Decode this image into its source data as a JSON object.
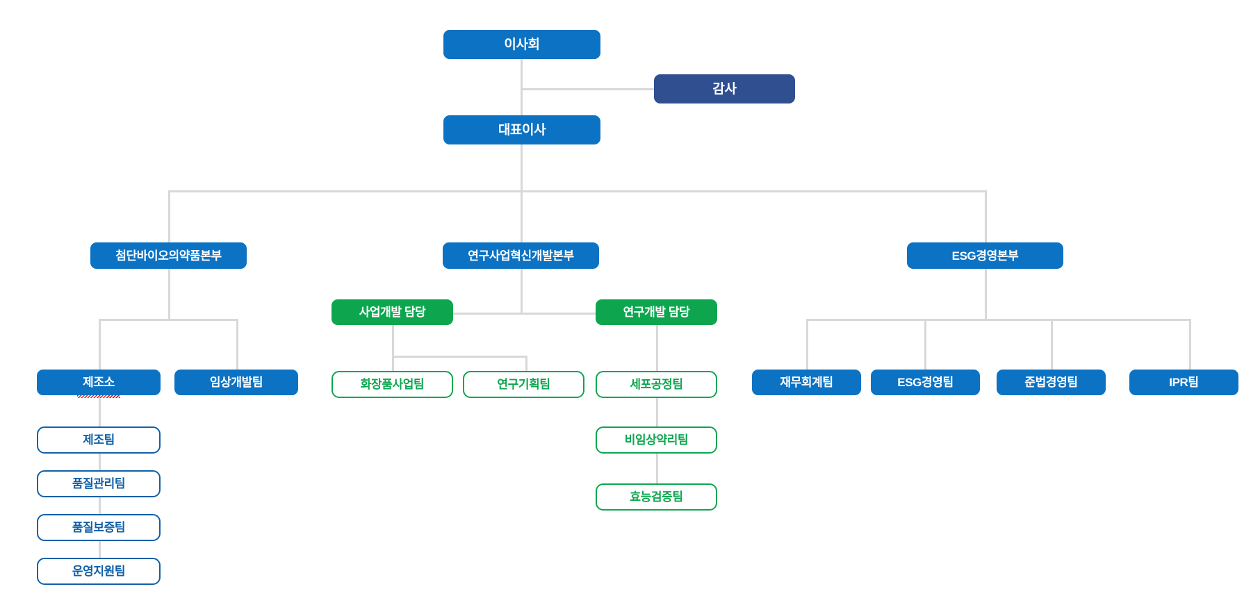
{
  "chart": {
    "title_visible": false,
    "type": "organization-chart",
    "language": "ko",
    "colors": {
      "blue_solid": "#0C72C3",
      "navy_solid": "#2F4F90",
      "green_solid": "#0DA64F",
      "blue_outline": "#1060A8",
      "green_outline": "#0DA64F",
      "connector": "#d8d8d8",
      "background": "#ffffff",
      "spellcheck_underline": "#e02020"
    }
  },
  "nodes": {
    "board": "이사회",
    "auditor": "감사",
    "ceo": "대표이사",
    "divisions": [
      "첨단바이오의약품본부",
      "연구사업혁신개발본부",
      "ESG경영본부"
    ],
    "charge_units": [
      "사업개발 담당",
      "연구개발 담당"
    ],
    "bio_children": [
      "제조소",
      "임상개발팀"
    ],
    "manufacturing_teams": [
      "제조팀",
      "품질관리팀",
      "품질보증팀",
      "운영지원팀"
    ],
    "business_dev_teams": [
      "화장품사업팀",
      "연구기획팀"
    ],
    "rnd_teams": [
      "세포공정팀",
      "비임상약리팀",
      "효능검증팀"
    ],
    "esg_teams": [
      "재무회계팀",
      "ESG경영팀",
      "준법경영팀",
      "IPR팀"
    ]
  }
}
